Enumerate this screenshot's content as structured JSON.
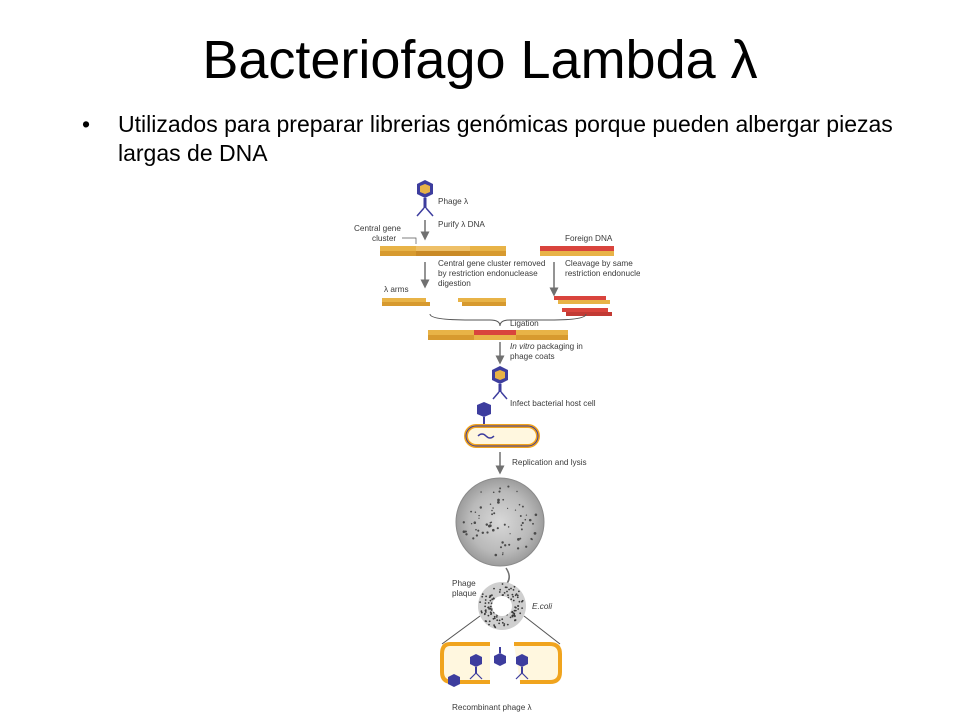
{
  "slide": {
    "title": "Bacteriofago Lambda λ",
    "bullet_symbol": "•",
    "bullet": "Utilizados para preparar librerias genómicas porque pueden albergar piezas largas de DNA"
  },
  "diagram": {
    "labels": {
      "phage": "Phage λ",
      "purify": "Purify λ DNA",
      "central_gene": "Central gene",
      "cluster": "cluster",
      "foreign_dna": "Foreign DNA",
      "removed_1": "Central gene cluster removed",
      "removed_2": "by restriction endonuclease",
      "removed_3": "digestion",
      "cleavage_1": "Cleavage by same",
      "cleavage_2": "restriction endonuclease",
      "arms": "λ arms",
      "ligation": "Ligation",
      "packaging_1a": "In vitro",
      "packaging_1b": " packaging in",
      "packaging_2": "phage coats",
      "infect": "Infect bacterial host cell",
      "replication": "Replication and lysis",
      "plaque_1": "Phage",
      "plaque_2": "plaque",
      "ecoli": "E.coli",
      "recombinant": "Recombinant phage λ"
    },
    "colors": {
      "lambda_dna": "#e8b347",
      "foreign_dna": "#d9443d",
      "phage": "#3d3d9e",
      "membrane": "#f0a41e",
      "arrow": "#707070"
    }
  }
}
